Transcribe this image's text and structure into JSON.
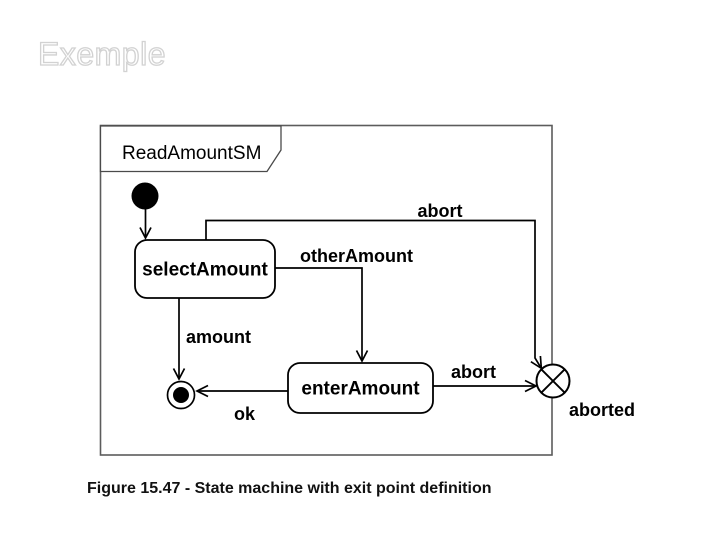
{
  "slide": {
    "title": "Exemple",
    "caption": "Figure 15.47 - State machine with exit point definition"
  },
  "diagram": {
    "type": "uml-state-machine",
    "frame_label": "ReadAmountSM",
    "states": {
      "select": {
        "name": "selectAmount"
      },
      "enter": {
        "name": "enterAmount"
      }
    },
    "pseudostates": {
      "initial": {
        "kind": "initial"
      },
      "final": {
        "kind": "final"
      },
      "exit": {
        "kind": "exit-point"
      }
    },
    "exit_point": {
      "label": "aborted"
    },
    "transitions": {
      "init_to_select": {
        "from": "initial",
        "to": "selectAmount",
        "label": ""
      },
      "abort_top": {
        "from": "selectAmount",
        "to": "exit-point",
        "label": "abort"
      },
      "other_amount": {
        "from": "selectAmount",
        "to": "enterAmount",
        "label": "otherAmount"
      },
      "amount": {
        "from": "selectAmount",
        "to": "final",
        "label": "amount"
      },
      "ok": {
        "from": "enterAmount",
        "to": "final",
        "label": "ok"
      },
      "abort_bottom": {
        "from": "enterAmount",
        "to": "exit-point",
        "label": "abort"
      }
    }
  },
  "colors": {
    "background": "#ffffff",
    "line": "#000000",
    "frame_border": "#5c5c5c",
    "state_fill": "#ffffff",
    "title_text": "#e4e4e4",
    "caption_text": "#111111"
  }
}
